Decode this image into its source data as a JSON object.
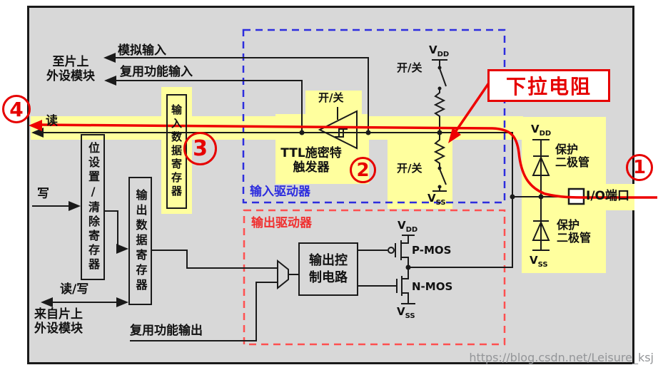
{
  "diagram": {
    "watermark": "https://blog.csdn.net/Leisure_ksj"
  },
  "markers": {
    "io": "1",
    "schmitt": "2",
    "input_reg": "3",
    "read": "4"
  },
  "symbols": {
    "v": "V",
    "dd": "DD",
    "ss": "SS"
  },
  "labels": {
    "to_onchip_1": "至片上",
    "to_onchip_2": "外设模块",
    "analog_input": "模拟输入",
    "af_input": "复用功能输入",
    "read": "读",
    "write": "写",
    "read_write": "读/写",
    "from_onchip_1": "来自片上",
    "from_onchip_2": "外设模块",
    "af_output": "复用功能输出",
    "bit_set_clear_reg": "位设置/清除寄存器",
    "output_data_reg": "输出数据寄存器",
    "input_data_reg": "输入数据寄存器",
    "input_driver": "输入驱动器",
    "output_driver": "输出驱动器",
    "schmitt_1": "TTL施密特",
    "schmitt_2": "触发器",
    "on_off": "开/关",
    "output_control_1": "输出控",
    "output_control_2": "制电路",
    "pmos": "P-MOS",
    "nmos": "N-MOS",
    "protect_diode_1": "保护",
    "protect_diode_2": "二极管",
    "io_port": "I/O端口",
    "pulldown_callout": "下拉电阻"
  }
}
